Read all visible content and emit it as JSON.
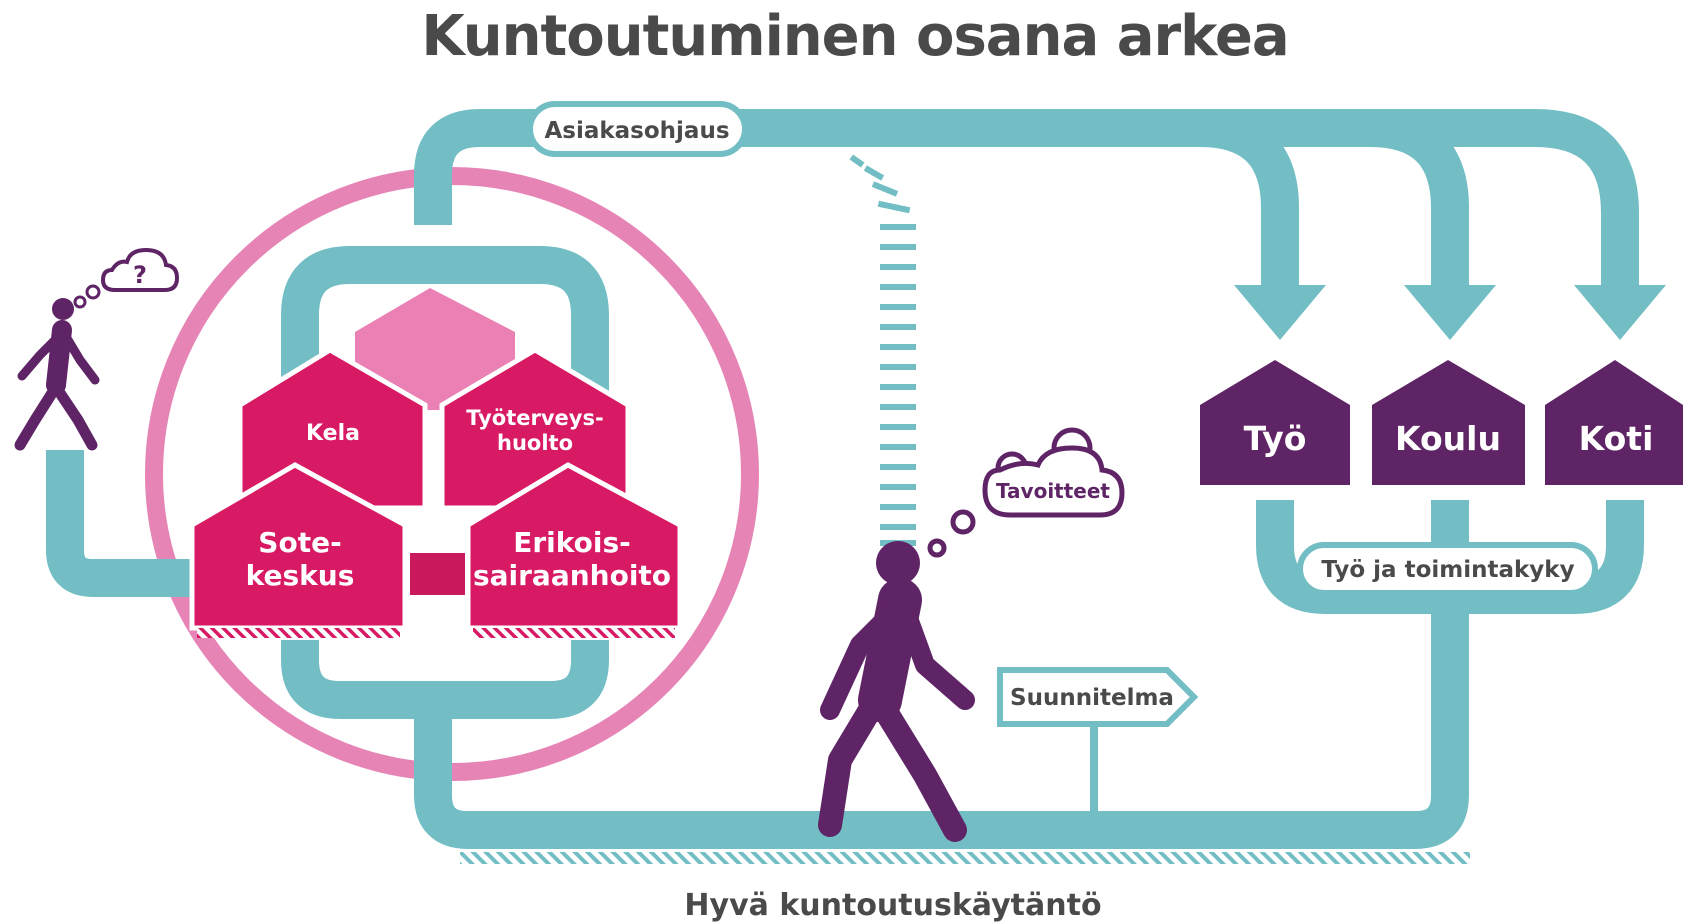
{
  "title": "Kuntoutuminen osana arkea",
  "footer": "Hyvä kuntoutuskäytäntö",
  "labels": {
    "asiakasohjaus": "Asiakasohjaus",
    "tavoitteet": "Tavoitteet",
    "suunnitelma": "Suunnitelma",
    "tyo_ja_toimintakyky": "Työ ja toimintakyky",
    "question": "?"
  },
  "services": {
    "kela": "Kela",
    "tyoterveys_line1": "Työterveys-",
    "tyoterveys_line2": "huolto",
    "sote_line1": "Sote-",
    "sote_line2": "keskus",
    "erikois_line1": "Erikois-",
    "erikois_line2": "sairaanhoito"
  },
  "destinations": {
    "tyo": "Työ",
    "koulu": "Koulu",
    "koti": "Koti"
  },
  "colors": {
    "teal": "#72bec4",
    "pink_ring": "#e784b6",
    "magenta": "#d81a64",
    "light_pink": "#ea80b3",
    "purple": "#5f2466",
    "text": "#4a4a4a"
  }
}
